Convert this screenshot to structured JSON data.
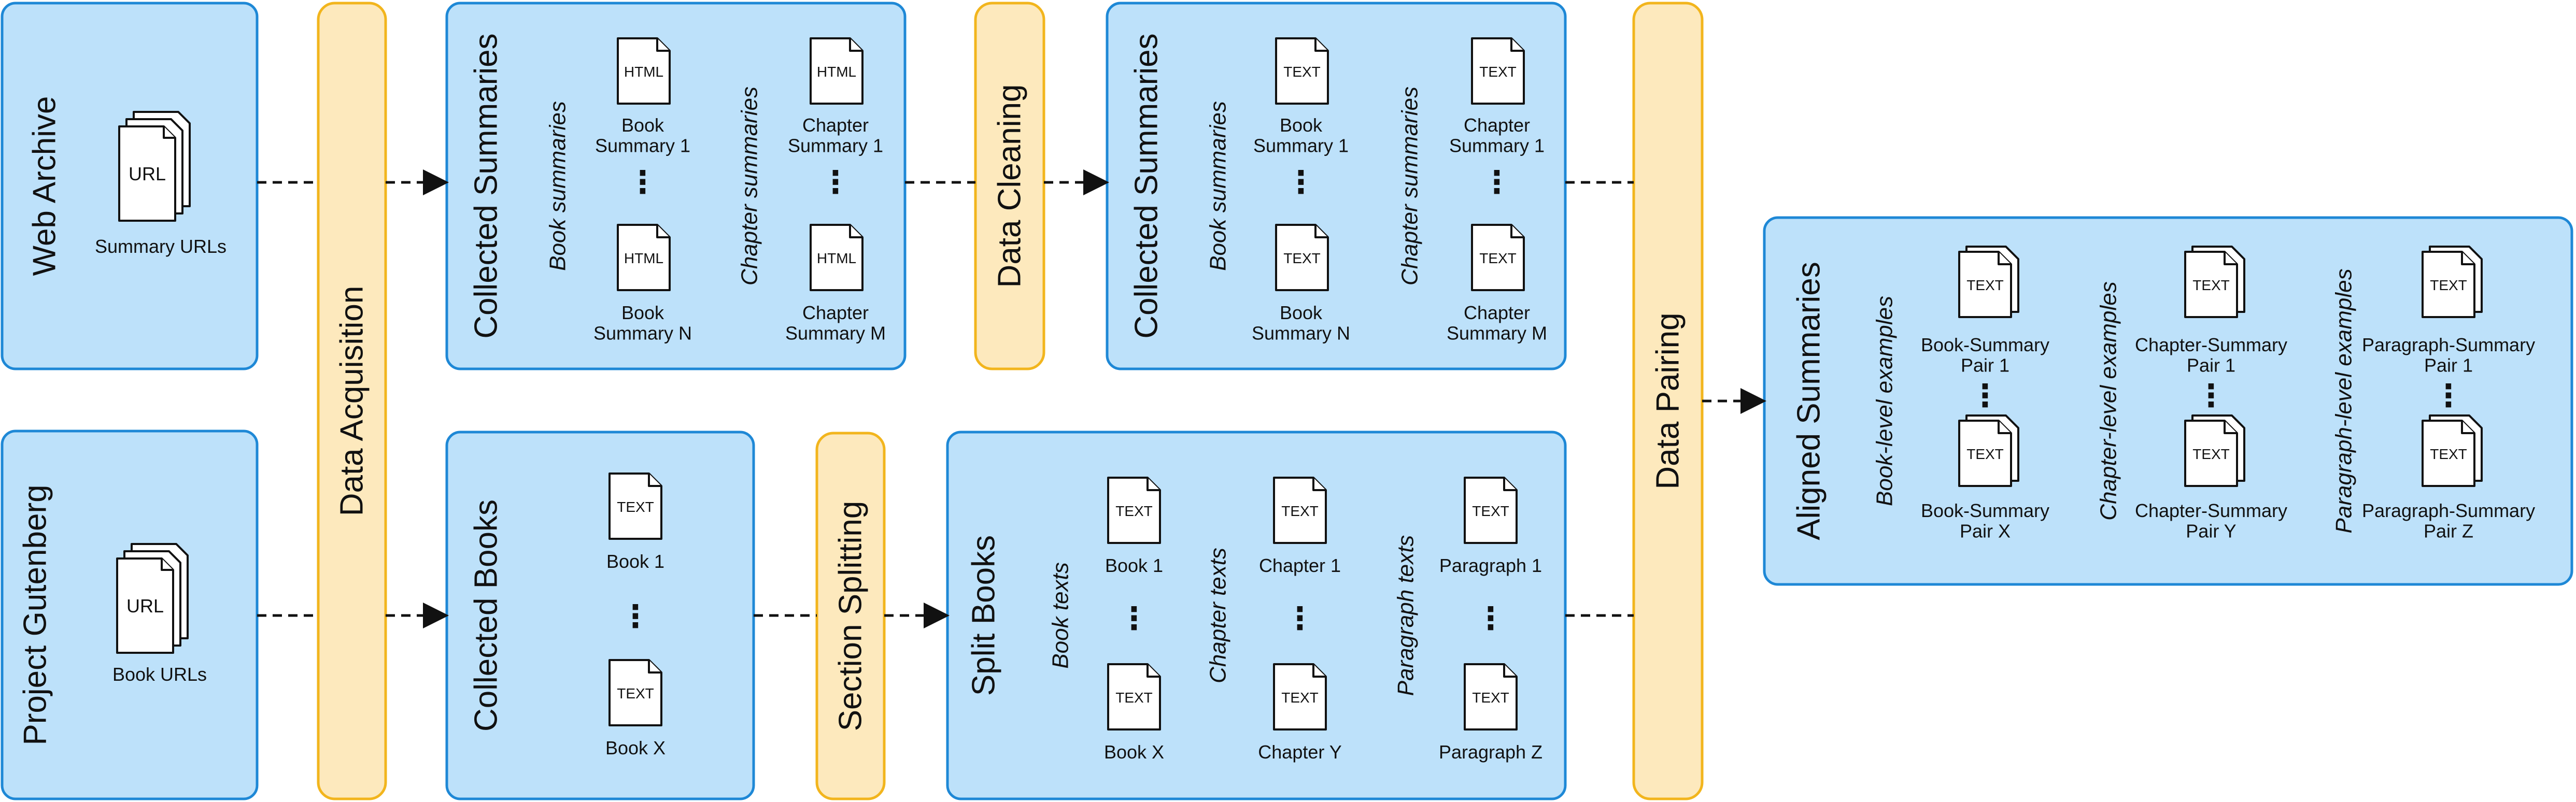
{
  "sources": {
    "web_archive": {
      "title": "Web Archive",
      "icon_text": "URL",
      "caption": "Summary URLs"
    },
    "gutenberg": {
      "title": "Project Gutenberg",
      "icon_text": "URL",
      "caption": "Book URLs"
    }
  },
  "stages": {
    "acquisition": "Data Acquisition",
    "cleaning": "Data Cleaning",
    "splitting": "Section Splitting",
    "pairing": "Data Pairing"
  },
  "collected_summaries_raw": {
    "title": "Collected Summaries",
    "book_header": "Book summaries",
    "chapter_header": "Chapter summaries",
    "icon_text": "HTML",
    "book_first": "Book\nSummary 1",
    "book_last": "Book\nSummary N",
    "chapter_first": "Chapter\nSummary 1",
    "chapter_last": "Chapter\nSummary M",
    "ellipsis": "⋮"
  },
  "collected_summaries_clean": {
    "title": "Collected Summaries",
    "book_header": "Book summaries",
    "chapter_header": "Chapter summaries",
    "icon_text": "TEXT",
    "book_first": "Book\nSummary 1",
    "book_last": "Book\nSummary N",
    "chapter_first": "Chapter\nSummary 1",
    "chapter_last": "Chapter\nSummary M",
    "ellipsis": "⋮"
  },
  "collected_books": {
    "title": "Collected Books",
    "icon_text": "TEXT",
    "first": "Book 1",
    "last": "Book X",
    "ellipsis": "⋮"
  },
  "split_books": {
    "title": "Split Books",
    "icon_text": "TEXT",
    "ellipsis": "⋮",
    "columns": [
      {
        "header": "Book texts",
        "first": "Book 1",
        "last": "Book X"
      },
      {
        "header": "Chapter texts",
        "first": "Chapter 1",
        "last": "Chapter Y"
      },
      {
        "header": "Paragraph texts",
        "first": "Paragraph 1",
        "last": "Paragraph Z"
      }
    ]
  },
  "aligned_summaries": {
    "title": "Aligned Summaries",
    "icon_text": "TEXT",
    "ellipsis": "⋮",
    "columns": [
      {
        "header": "Book-level examples",
        "first": "Book-Summary\nPair 1",
        "last": "Book-Summary\nPair X"
      },
      {
        "header": "Chapter-level examples",
        "first": "Chapter-Summary\nPair 1",
        "last": "Chapter-Summary\nPair Y"
      },
      {
        "header": "Paragraph-level examples",
        "first": "Paragraph-Summary\nPair 1",
        "last": "Paragraph-Summary\nPair Z"
      }
    ]
  }
}
